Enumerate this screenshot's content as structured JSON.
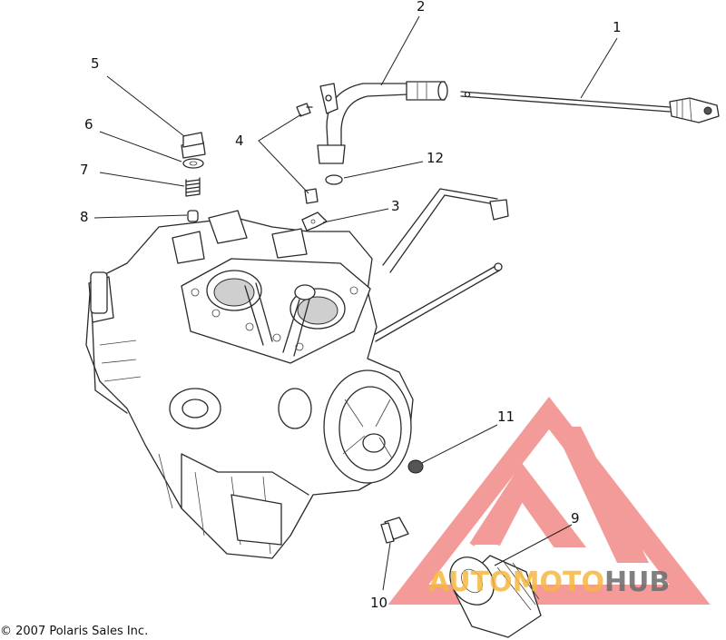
{
  "callouts": {
    "c1": "1",
    "c2": "2",
    "c3": "3",
    "c4": "4",
    "c5": "5",
    "c6": "6",
    "c7": "7",
    "c8": "8",
    "c9": "9",
    "c10": "10",
    "c11": "11",
    "c12": "12"
  },
  "copyright": "© 2007 Polaris Sales Inc.",
  "watermark": {
    "part1": "AUTOMOTO",
    "part2": "HUB",
    "color_orange": "#f6b840",
    "color_red": "#f07a78",
    "color_gray": "#6b6b6b"
  }
}
